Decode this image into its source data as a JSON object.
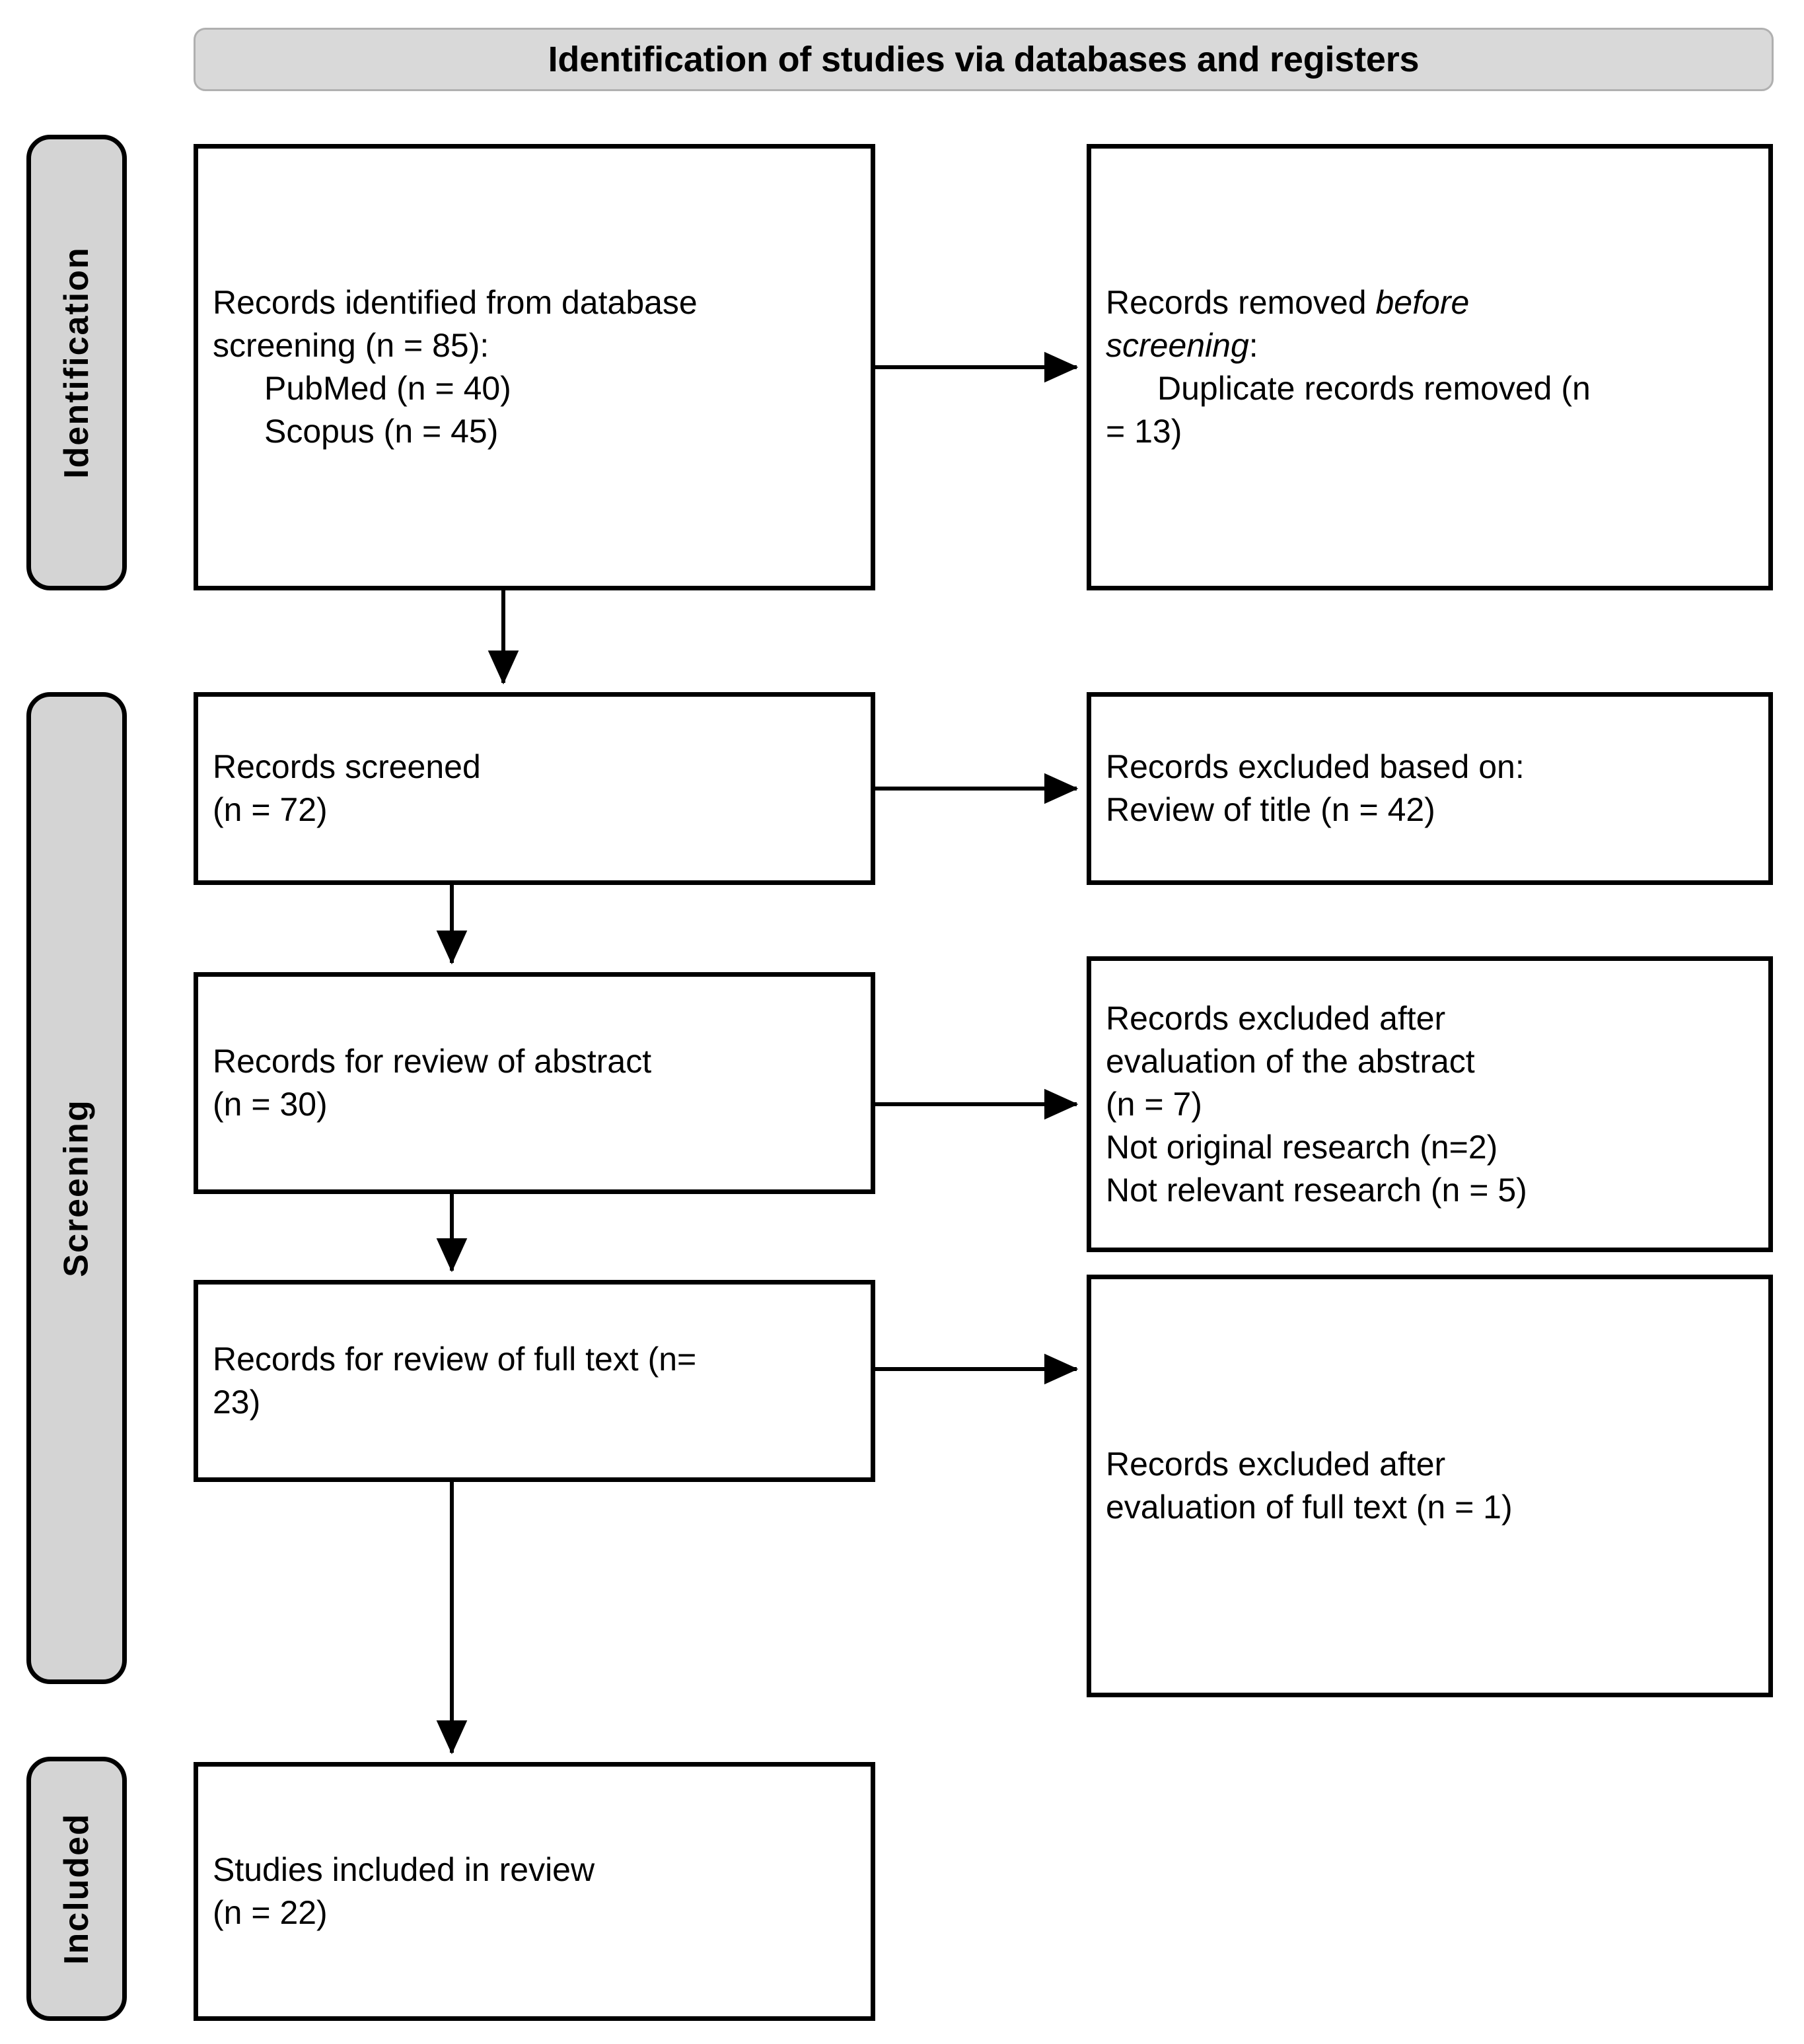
{
  "header": {
    "title": "Identification of studies via databases and registers"
  },
  "stages": [
    {
      "id": "identification",
      "label": "Identification"
    },
    {
      "id": "screening",
      "label": "Screening"
    },
    {
      "id": "included",
      "label": "Included"
    }
  ],
  "boxes": {
    "identified": {
      "lines": [
        {
          "text": "Records identified from database",
          "indent": false,
          "italic": false
        },
        {
          "text": "screening (n = 85):",
          "indent": false,
          "italic": false
        },
        {
          "text": "PubMed (n = 40)",
          "indent": true,
          "italic": false
        },
        {
          "text": "Scopus (n = 45)",
          "indent": true,
          "italic": false
        }
      ]
    },
    "removed": {
      "lines": [
        {
          "text": "Records removed ",
          "indent": false,
          "italic": false,
          "inline": true
        },
        {
          "text": "before",
          "indent": false,
          "italic": true,
          "inline": true
        },
        {
          "text": "screening",
          "indent": false,
          "italic": true,
          "newline": true
        },
        {
          "text": ":",
          "indent": false,
          "italic": false,
          "inline": true
        },
        {
          "text": "Duplicate records removed (n",
          "indent": true,
          "italic": false,
          "newline": true
        },
        {
          "text": "= 13)",
          "indent": false,
          "italic": false,
          "newline": true
        }
      ],
      "plain": [
        "Records removed before",
        "screening:",
        "Duplicate records removed (n",
        "= 13)"
      ]
    },
    "screened": {
      "lines": [
        {
          "text": "Records screened",
          "indent": false,
          "italic": false
        },
        {
          "text": "(n = 72)",
          "indent": false,
          "italic": false
        }
      ]
    },
    "excluded_title": {
      "lines": [
        {
          "text": "Records excluded based on:",
          "indent": false,
          "italic": false
        },
        {
          "text": "Review of title (n = 42)",
          "indent": false,
          "italic": false
        }
      ]
    },
    "abstract": {
      "lines": [
        {
          "text": "Records for review of abstract",
          "indent": false,
          "italic": false
        },
        {
          "text": "(n = 30)",
          "indent": false,
          "italic": false
        }
      ]
    },
    "excluded_abstract": {
      "lines": [
        {
          "text": "Records excluded after",
          "indent": false,
          "italic": false
        },
        {
          "text": "evaluation of the abstract",
          "indent": false,
          "italic": false
        },
        {
          "text": "(n = 7)",
          "indent": false,
          "italic": false
        },
        {
          "text": "Not original research (n=2)",
          "indent": false,
          "italic": false
        },
        {
          "text": "Not relevant research (n = 5)",
          "indent": false,
          "italic": false
        }
      ]
    },
    "fulltext": {
      "lines": [
        {
          "text": "Records for review of full text (n=",
          "indent": false,
          "italic": false
        },
        {
          "text": "23)",
          "indent": false,
          "italic": false
        }
      ]
    },
    "excluded_fulltext": {
      "lines": [
        {
          "text": "Records excluded after",
          "indent": false,
          "italic": false
        },
        {
          "text": "evaluation of full text (n = 1)",
          "indent": false,
          "italic": false
        }
      ]
    },
    "included": {
      "lines": [
        {
          "text": "Studies included in review",
          "indent": false,
          "italic": false
        },
        {
          "text": "(n = 22)",
          "indent": false,
          "italic": false
        }
      ]
    }
  },
  "colors": {
    "banner_fill": "#d9d9d9",
    "banner_border": "#b0b0b0",
    "stage_fill": "#d4d4d4",
    "stroke": "#000000",
    "box_fill": "#ffffff"
  },
  "chart_data": {
    "type": "diagram",
    "title": "Identification of studies via databases and registers",
    "nodes": [
      {
        "id": "identified",
        "stage": "Identification",
        "column": "left",
        "label": "Records identified from database screening",
        "n": 85,
        "breakdown": [
          {
            "source": "PubMed",
            "n": 40
          },
          {
            "source": "Scopus",
            "n": 45
          }
        ]
      },
      {
        "id": "removed",
        "stage": "Identification",
        "column": "right",
        "label": "Records removed before screening",
        "breakdown": [
          {
            "reason": "Duplicate records removed",
            "n": 13
          }
        ]
      },
      {
        "id": "screened",
        "stage": "Screening",
        "column": "left",
        "label": "Records screened",
        "n": 72
      },
      {
        "id": "excluded_title",
        "stage": "Screening",
        "column": "right",
        "label": "Records excluded based on: Review of title",
        "n": 42
      },
      {
        "id": "abstract",
        "stage": "Screening",
        "column": "left",
        "label": "Records for review of abstract",
        "n": 30
      },
      {
        "id": "excluded_abstract",
        "stage": "Screening",
        "column": "right",
        "label": "Records excluded after evaluation of the abstract",
        "n": 7,
        "breakdown": [
          {
            "reason": "Not original research",
            "n": 2
          },
          {
            "reason": "Not relevant research",
            "n": 5
          }
        ]
      },
      {
        "id": "fulltext",
        "stage": "Screening",
        "column": "left",
        "label": "Records for review of full text",
        "n": 23
      },
      {
        "id": "excluded_fulltext",
        "stage": "Screening",
        "column": "right",
        "label": "Records excluded after evaluation of full text",
        "n": 1
      },
      {
        "id": "included",
        "stage": "Included",
        "column": "left",
        "label": "Studies included in review",
        "n": 22
      }
    ],
    "edges": [
      {
        "from": "identified",
        "to": "removed",
        "direction": "right"
      },
      {
        "from": "identified",
        "to": "screened",
        "direction": "down"
      },
      {
        "from": "screened",
        "to": "excluded_title",
        "direction": "right"
      },
      {
        "from": "screened",
        "to": "abstract",
        "direction": "down"
      },
      {
        "from": "abstract",
        "to": "excluded_abstract",
        "direction": "right"
      },
      {
        "from": "abstract",
        "to": "fulltext",
        "direction": "down"
      },
      {
        "from": "fulltext",
        "to": "excluded_fulltext",
        "direction": "right"
      },
      {
        "from": "fulltext",
        "to": "included",
        "direction": "down"
      }
    ]
  }
}
